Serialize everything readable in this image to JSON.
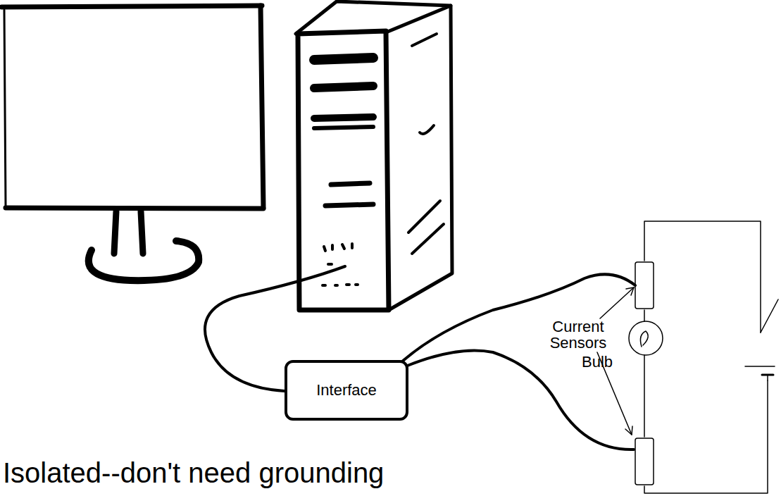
{
  "diagram": {
    "nodes": [
      {
        "text": [
          "Interface"
        ]
      }
    ],
    "labels": [
      "Current Sensors",
      "Bulb",
      "Isolated--don't need grounding"
    ]
  }
}
